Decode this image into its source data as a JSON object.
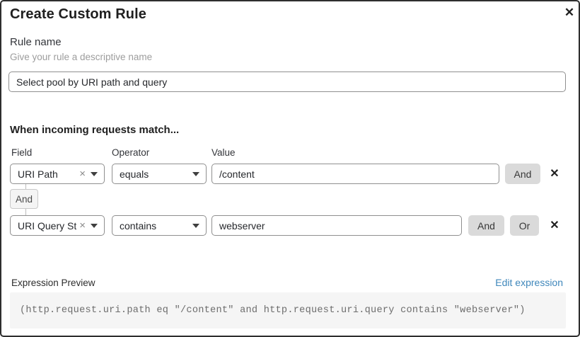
{
  "dialog": {
    "title": "Create Custom Rule",
    "close_icon": "✕"
  },
  "rule_name": {
    "label": "Rule name",
    "helper": "Give your rule a descriptive name",
    "value": "Select pool by URI path and query"
  },
  "matcher": {
    "heading": "When incoming requests match...",
    "columns": {
      "field": "Field",
      "operator": "Operator",
      "value": "Value"
    },
    "connector_label": "And",
    "rows": [
      {
        "field": "URI Path",
        "operator": "equals",
        "value": "/content",
        "and_label": "And",
        "delete_icon": "✕"
      },
      {
        "field": "URI Query St...",
        "operator": "contains",
        "value": "webserver",
        "and_label": "And",
        "or_label": "Or",
        "delete_icon": "✕"
      }
    ],
    "clear_icon": "×"
  },
  "expression": {
    "label": "Expression Preview",
    "edit_link": "Edit expression",
    "code": "(http.request.uri.path eq \"/content\" and http.request.uri.query contains \"webserver\")"
  },
  "colors": {
    "link_blue": "#3f87bb",
    "button_gray": "#dadada",
    "code_background": "#f5f5f5",
    "border_dark": "#2e2e2e",
    "input_border": "#8f8f8f"
  }
}
